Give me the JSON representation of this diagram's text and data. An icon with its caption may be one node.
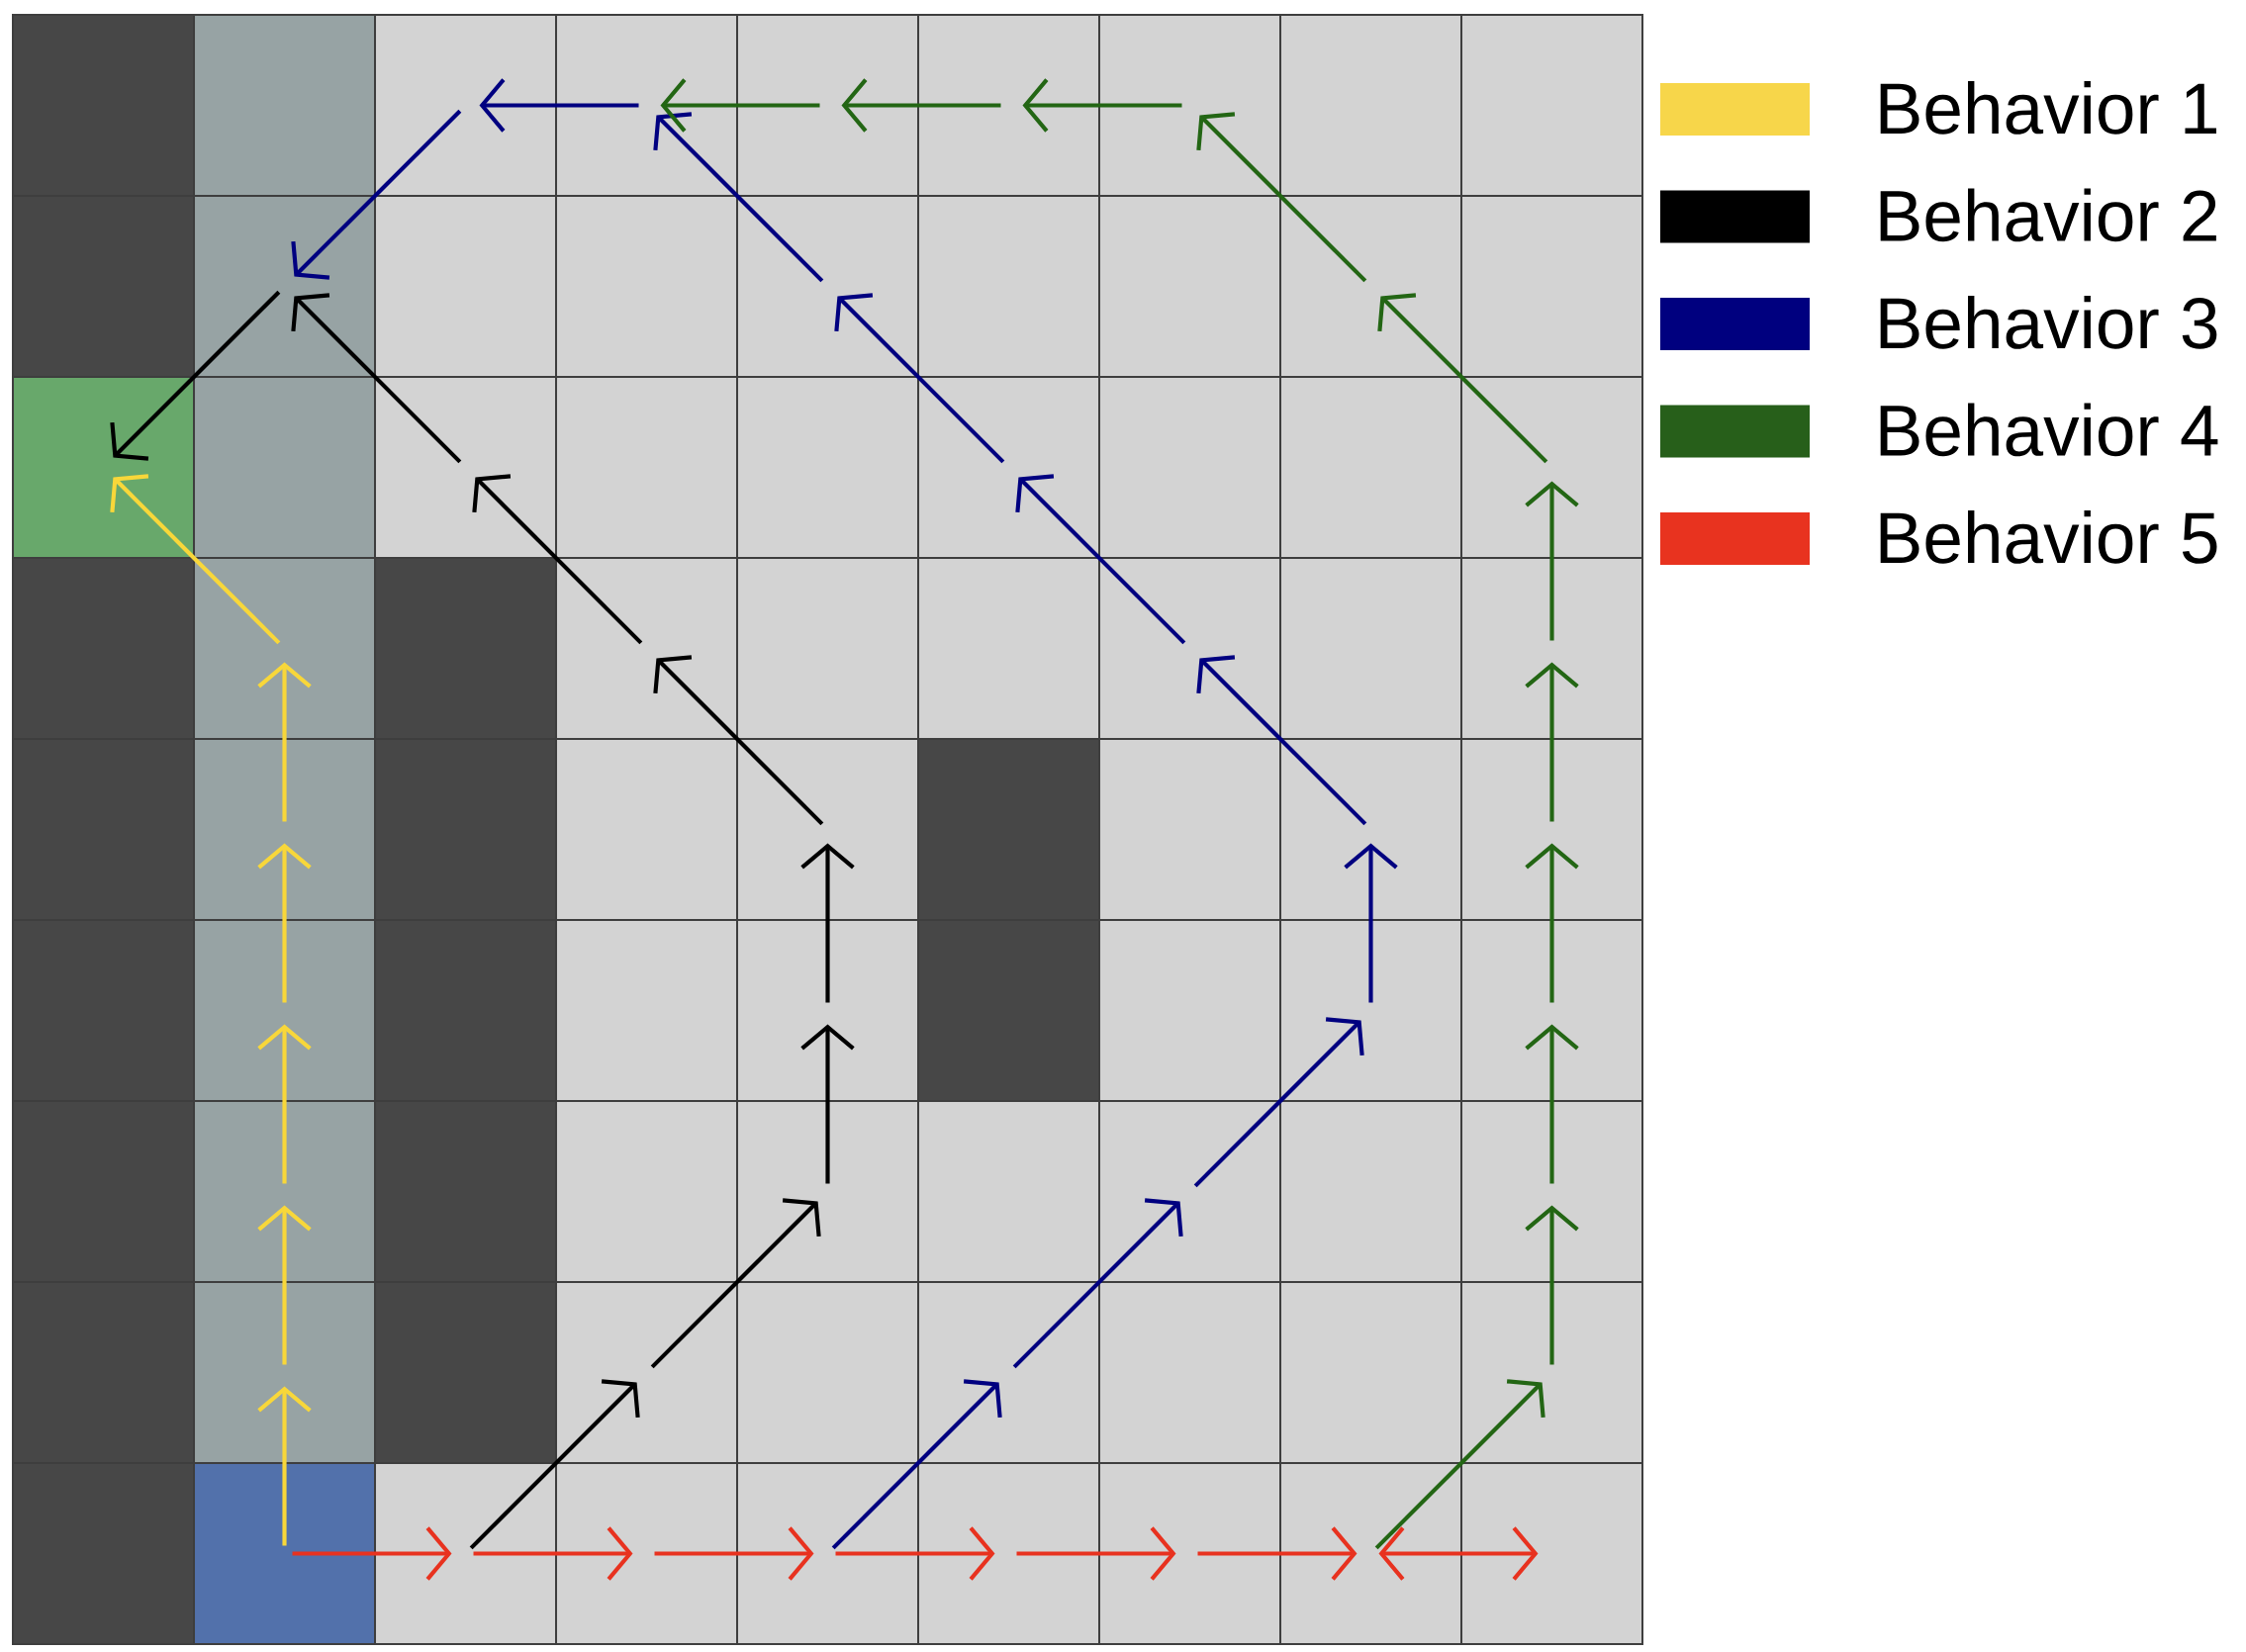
{
  "diagram": {
    "nodes": [
      {
        "text": [],
        "shape": "box"
      },
      {
        "text": [],
        "shape": "box"
      },
      {
        "text": [],
        "shape": "box"
      },
      {
        "text": [],
        "shape": "box"
      },
      {
        "text": [],
        "shape": "box"
      },
      {
        "text": [],
        "shape": "box"
      },
      {
        "text": [],
        "shape": "box"
      },
      {
        "text": [],
        "shape": "box"
      },
      {
        "text": [],
        "shape": "box"
      },
      {
        "text": [],
        "shape": "box"
      },
      {
        "text": [],
        "shape": "box"
      },
      {
        "text": [],
        "shape": "box"
      },
      {
        "text": [],
        "shape": "box"
      },
      {
        "text": [],
        "shape": "box"
      },
      {
        "text": [],
        "shape": "box"
      },
      {
        "text": [],
        "shape": "box"
      },
      {
        "text": [],
        "shape": "box"
      },
      {
        "text": [],
        "shape": "box"
      },
      {
        "text": [],
        "shape": "box"
      },
      {
        "text": [],
        "shape": "box"
      },
      {
        "text": [],
        "shape": "box"
      },
      {
        "text": [],
        "shape": "box"
      },
      {
        "text": [],
        "shape": "box"
      },
      {
        "text": [],
        "shape": "box"
      },
      {
        "text": [],
        "shape": "box"
      },
      {
        "text": [],
        "shape": "box"
      },
      {
        "text": [],
        "shape": "box"
      },
      {
        "text": [],
        "shape": "box"
      },
      {
        "text": [],
        "shape": "box"
      },
      {
        "text": [],
        "shape": "box"
      },
      {
        "text": [],
        "shape": "box"
      },
      {
        "text": [],
        "shape": "box"
      },
      {
        "text": [],
        "shape": "box"
      },
      {
        "text": [],
        "shape": "box"
      },
      {
        "text": [],
        "shape": "box"
      },
      {
        "text": [],
        "shape": "box"
      },
      {
        "text": [],
        "shape": "box"
      },
      {
        "text": [],
        "shape": "box"
      },
      {
        "text": [],
        "shape": "box"
      },
      {
        "text": [],
        "shape": "box"
      },
      {
        "text": [],
        "shape": "box"
      },
      {
        "text": [],
        "shape": "box"
      },
      {
        "text": [],
        "shape": "box"
      },
      {
        "text": [],
        "shape": "box"
      },
      {
        "text": [],
        "shape": "box"
      },
      {
        "text": [],
        "shape": "box"
      },
      {
        "text": [],
        "shape": "box"
      },
      {
        "text": [],
        "shape": "box"
      },
      {
        "text": [],
        "shape": "box"
      },
      {
        "text": [],
        "shape": "box"
      },
      {
        "text": [],
        "shape": "box"
      },
      {
        "text": [],
        "shape": "box"
      },
      {
        "text": [],
        "shape": "box"
      },
      {
        "text": [],
        "shape": "box"
      },
      {
        "text": [],
        "shape": "box"
      },
      {
        "text": [],
        "shape": "box"
      },
      {
        "text": [],
        "shape": "box"
      },
      {
        "text": [],
        "shape": "box"
      },
      {
        "text": [],
        "shape": "box"
      },
      {
        "text": [],
        "shape": "box"
      },
      {
        "text": [],
        "shape": "box"
      },
      {
        "text": [],
        "shape": "box"
      },
      {
        "text": [],
        "shape": "box"
      },
      {
        "text": [],
        "shape": "box"
      },
      {
        "text": [],
        "shape": "box"
      },
      {
        "text": [],
        "shape": "box"
      },
      {
        "text": [],
        "shape": "box"
      },
      {
        "text": [],
        "shape": "box"
      },
      {
        "text": [],
        "shape": "box"
      },
      {
        "text": [],
        "shape": "box"
      },
      {
        "text": [],
        "shape": "box"
      },
      {
        "text": [],
        "shape": "box"
      },
      {
        "text": [],
        "shape": "box"
      },
      {
        "text": [],
        "shape": "box"
      },
      {
        "text": [],
        "shape": "box"
      },
      {
        "text": [],
        "shape": "box"
      },
      {
        "text": [],
        "shape": "box"
      },
      {
        "text": [],
        "shape": "box"
      },
      {
        "text": [],
        "shape": "box"
      },
      {
        "text": [],
        "shape": "box"
      },
      {
        "text": [],
        "shape": "box"
      }
    ],
    "edges": [
      {
        "from": 73,
        "to": 64,
        "arrow": "to",
        "color": "#f8d73a"
      },
      {
        "from": 64,
        "to": 55,
        "arrow": "to",
        "color": "#f8d73a"
      },
      {
        "from": 55,
        "to": 46,
        "arrow": "to",
        "color": "#f8d73a"
      },
      {
        "from": 46,
        "to": 37,
        "arrow": "to",
        "color": "#f8d73a"
      },
      {
        "from": 37,
        "to": 28,
        "arrow": "to",
        "color": "#f8d73a"
      },
      {
        "from": 28,
        "to": 18,
        "arrow": "to",
        "color": "#f8d73a"
      },
      {
        "from": 74,
        "to": 66,
        "arrow": "to",
        "color": "#000000"
      },
      {
        "from": 66,
        "to": 58,
        "arrow": "to",
        "color": "#000000"
      },
      {
        "from": 58,
        "to": 49,
        "arrow": "to",
        "color": "#000000"
      },
      {
        "from": 49,
        "to": 40,
        "arrow": "to",
        "color": "#000000"
      },
      {
        "from": 40,
        "to": 30,
        "arrow": "to",
        "color": "#000000"
      },
      {
        "from": 30,
        "to": 20,
        "arrow": "to",
        "color": "#000000"
      },
      {
        "from": 20,
        "to": 10,
        "arrow": "to",
        "color": "#000000"
      },
      {
        "from": 10,
        "to": 18,
        "arrow": "to",
        "color": "#000000"
      },
      {
        "from": 76,
        "to": 68,
        "arrow": "to",
        "color": "#000080"
      },
      {
        "from": 68,
        "to": 60,
        "arrow": "to",
        "color": "#000080"
      },
      {
        "from": 60,
        "to": 52,
        "arrow": "to",
        "color": "#000080"
      },
      {
        "from": 52,
        "to": 43,
        "arrow": "to",
        "color": "#000080"
      },
      {
        "from": 43,
        "to": 33,
        "arrow": "to",
        "color": "#000080"
      },
      {
        "from": 33,
        "to": 23,
        "arrow": "to",
        "color": "#000080"
      },
      {
        "from": 23,
        "to": 13,
        "arrow": "to",
        "color": "#000080"
      },
      {
        "from": 13,
        "to": 3,
        "arrow": "to",
        "color": "#000080"
      },
      {
        "from": 3,
        "to": 2,
        "arrow": "to",
        "color": "#000080"
      },
      {
        "from": 2,
        "to": 10,
        "arrow": "to",
        "color": "#000080"
      },
      {
        "from": 79,
        "to": 71,
        "arrow": "to",
        "color": "#236614"
      },
      {
        "from": 71,
        "to": 62,
        "arrow": "to",
        "color": "#236614"
      },
      {
        "from": 62,
        "to": 53,
        "arrow": "to",
        "color": "#236614"
      },
      {
        "from": 53,
        "to": 44,
        "arrow": "to",
        "color": "#236614"
      },
      {
        "from": 44,
        "to": 35,
        "arrow": "to",
        "color": "#236614"
      },
      {
        "from": 35,
        "to": 26,
        "arrow": "to",
        "color": "#236614"
      },
      {
        "from": 26,
        "to": 16,
        "arrow": "to",
        "color": "#236614"
      },
      {
        "from": 16,
        "to": 6,
        "arrow": "to",
        "color": "#236614"
      },
      {
        "from": 6,
        "to": 5,
        "arrow": "to",
        "color": "#236614"
      },
      {
        "from": 5,
        "to": 4,
        "arrow": "to",
        "color": "#236614"
      },
      {
        "from": 4,
        "to": 3,
        "arrow": "to",
        "color": "#236614"
      },
      {
        "from": 73,
        "to": 74,
        "arrow": "to",
        "color": "#e8321f"
      },
      {
        "from": 74,
        "to": 75,
        "arrow": "to",
        "color": "#e8321f"
      },
      {
        "from": 75,
        "to": 76,
        "arrow": "to",
        "color": "#e8321f"
      },
      {
        "from": 76,
        "to": 77,
        "arrow": "to",
        "color": "#e8321f"
      },
      {
        "from": 77,
        "to": 78,
        "arrow": "to",
        "color": "#e8321f"
      },
      {
        "from": 78,
        "to": 79,
        "arrow": "to",
        "color": "#e8321f"
      },
      {
        "from": 79,
        "to": 80,
        "arrow": "both",
        "color": "#e8321f"
      }
    ],
    "legend": [
      {
        "text": "Behavior 1",
        "color": "#f7d64a"
      },
      {
        "text": "Behavior 2",
        "color": "#000000"
      },
      {
        "text": "Behavior 3",
        "color": "#00007f"
      },
      {
        "text": "Behavior 4",
        "color": "#275f1a"
      },
      {
        "text": "Behavior 5",
        "color": "#e8331f"
      }
    ]
  }
}
